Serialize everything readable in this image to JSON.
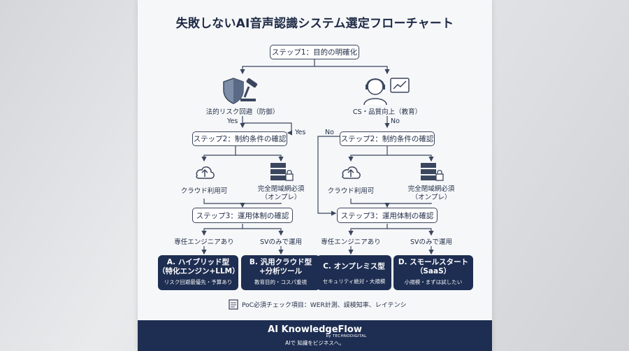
{
  "title": "失敗しないAI音声認識システム選定フローチャート",
  "step1": "ステップ1：目的の明確化",
  "purpose_left": "法的リスク回避（防御）",
  "purpose_right": "CS・品質向上（教育）",
  "yes_left": "Yes",
  "yes_right": "Yes",
  "no_right": "No",
  "no_left": "No",
  "step2_left": "ステップ2：制約条件の確認",
  "step2_right": "ステップ2：制約条件の確認",
  "cloud_left": "クラウド利用可",
  "onprem_left": "完全閉域網必須\n（オンプレ）",
  "cloud_right": "クラウド利用可",
  "onprem_right": "完全閉域網必須\n（オンプレ）",
  "step3_left": "ステップ3：運用体制の確認",
  "step3_right": "ステップ3：運用体制の確認",
  "eng_left": "専任エンジニアあり",
  "sv_left": "SVのみで運用",
  "eng_right": "専任エンジニアあり",
  "sv_right": "SVのみで運用",
  "results": [
    {
      "title": "A. ハイブリッド型\n（特化エンジン+LLM）",
      "sub": "リスク回避最優先・予算あり"
    },
    {
      "title": "B. 汎用クラウド型\n+分析ツール",
      "sub": "教育目的・コスパ重視"
    },
    {
      "title": "C. オンプレミス型",
      "sub": "セキュリティ絶対・大規模"
    },
    {
      "title": "D. スモールスタート\n（SaaS）",
      "sub": "小規模・まずは試したい"
    }
  ],
  "poc": "PoC必須チェック項目：WER計測、誤検知率、レイテンシ",
  "footer": {
    "brand": "AI KnowledgeFlow",
    "by": "by TECHNODIGITAL",
    "tagline": "AIで 知識をビジネスへ。"
  },
  "colors": {
    "navy": "#1e2e52",
    "line": "#3a465e"
  }
}
